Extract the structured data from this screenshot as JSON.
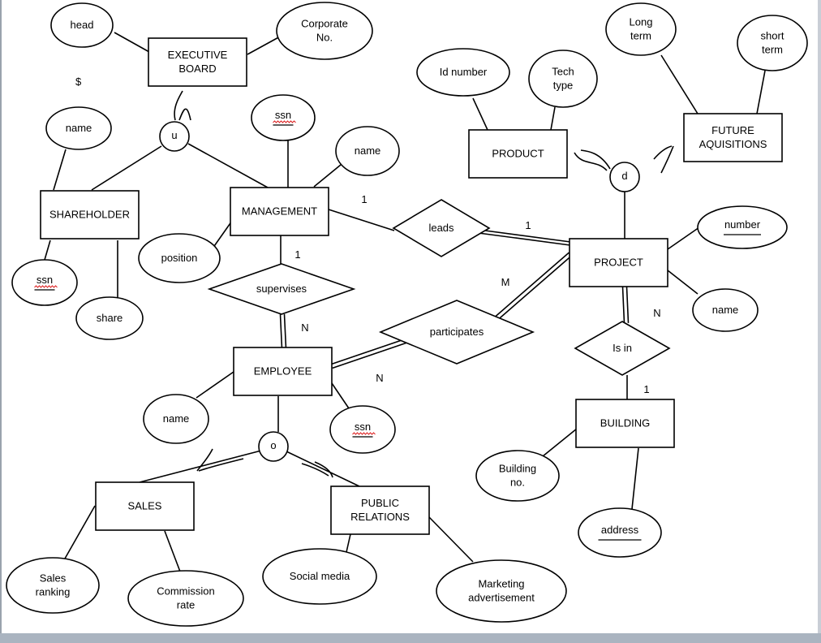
{
  "entities": [
    {
      "id": "executive-board",
      "lines": [
        "EXECUTIVE",
        "BOARD"
      ]
    },
    {
      "id": "shareholder",
      "lines": [
        "SHAREHOLDER"
      ]
    },
    {
      "id": "management",
      "lines": [
        "MANAGEMENT"
      ]
    },
    {
      "id": "product",
      "lines": [
        "PRODUCT"
      ]
    },
    {
      "id": "future-aquisitions",
      "lines": [
        "FUTURE",
        "AQUISITIONS"
      ]
    },
    {
      "id": "project",
      "lines": [
        "PROJECT"
      ]
    },
    {
      "id": "employee",
      "lines": [
        "EMPLOYEE"
      ]
    },
    {
      "id": "building",
      "lines": [
        "BUILDING"
      ]
    },
    {
      "id": "sales",
      "lines": [
        "SALES"
      ]
    },
    {
      "id": "public-relations",
      "lines": [
        "PUBLIC",
        "RELATIONS"
      ]
    }
  ],
  "relationships": [
    {
      "id": "leads",
      "label": "leads"
    },
    {
      "id": "supervises",
      "label": "supervises"
    },
    {
      "id": "participates",
      "label": "participates"
    },
    {
      "id": "is-in",
      "label": "Is in"
    }
  ],
  "attributes": [
    {
      "id": "head",
      "lines": [
        "head"
      ],
      "key": false
    },
    {
      "id": "corporate-no",
      "lines": [
        "Corporate",
        "No."
      ],
      "key": false
    },
    {
      "id": "shareholder-name",
      "lines": [
        "name"
      ],
      "key": false
    },
    {
      "id": "shareholder-ssn",
      "lines": [
        "ssn"
      ],
      "key": true,
      "misspelled": true
    },
    {
      "id": "share",
      "lines": [
        "share"
      ],
      "key": false
    },
    {
      "id": "management-ssn",
      "lines": [
        "ssn"
      ],
      "key": true,
      "misspelled": true
    },
    {
      "id": "management-name",
      "lines": [
        "name"
      ],
      "key": false
    },
    {
      "id": "position",
      "lines": [
        "position"
      ],
      "key": false
    },
    {
      "id": "id-number",
      "lines": [
        "Id number"
      ],
      "key": false
    },
    {
      "id": "tech-type",
      "lines": [
        "Tech",
        "type"
      ],
      "key": false
    },
    {
      "id": "long-term",
      "lines": [
        "Long",
        "term"
      ],
      "key": false
    },
    {
      "id": "short-term",
      "lines": [
        "short",
        "term"
      ],
      "key": false
    },
    {
      "id": "project-number",
      "lines": [
        "number"
      ],
      "key": true,
      "misspelled": false
    },
    {
      "id": "project-name",
      "lines": [
        "name"
      ],
      "key": false
    },
    {
      "id": "employee-name",
      "lines": [
        "name"
      ],
      "key": false
    },
    {
      "id": "employee-ssn",
      "lines": [
        "ssn"
      ],
      "key": true,
      "misspelled": true
    },
    {
      "id": "building-no",
      "lines": [
        "Building",
        "no."
      ],
      "key": false
    },
    {
      "id": "address",
      "lines": [
        "address"
      ],
      "key": true,
      "misspelled": false
    },
    {
      "id": "sales-ranking",
      "lines": [
        "Sales",
        "ranking"
      ],
      "key": false
    },
    {
      "id": "commission-rate",
      "lines": [
        "Commission",
        "rate"
      ],
      "key": false
    },
    {
      "id": "social-media",
      "lines": [
        "Social media"
      ],
      "key": false
    },
    {
      "id": "marketing-advertisement",
      "lines": [
        "Marketing",
        "advertisement"
      ],
      "key": false
    }
  ],
  "specialization_circles": [
    {
      "id": "union",
      "label": "u"
    },
    {
      "id": "disjoint",
      "label": "d"
    },
    {
      "id": "overlap",
      "label": "o"
    }
  ],
  "cardinalities": [
    {
      "id": "management-leads",
      "label": "1"
    },
    {
      "id": "project-leads",
      "label": "1"
    },
    {
      "id": "management-supervises",
      "label": "1"
    },
    {
      "id": "employee-supervises",
      "label": "N"
    },
    {
      "id": "project-participates",
      "label": "M"
    },
    {
      "id": "employee-participates",
      "label": "N"
    },
    {
      "id": "project-is-in",
      "label": "N"
    },
    {
      "id": "building-is-in",
      "label": "1"
    }
  ],
  "stray_text": "$"
}
